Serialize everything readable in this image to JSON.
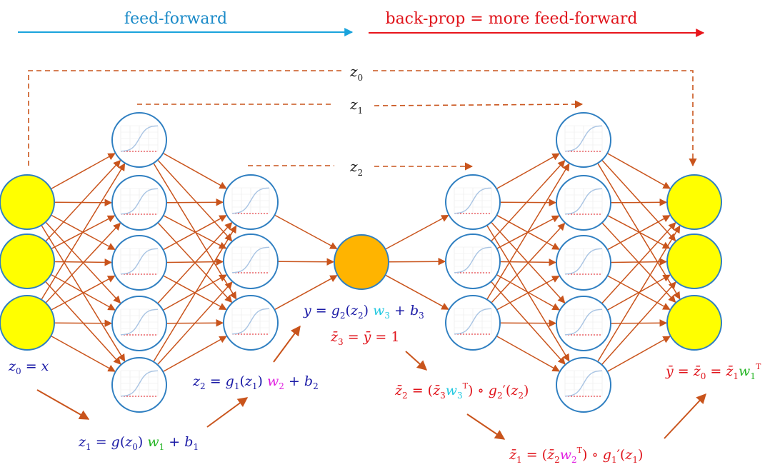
{
  "header": {
    "feed_forward": "feed-forward",
    "back_prop": "back-prop = more feed-forward"
  },
  "skip_labels": {
    "z0": {
      "base": "z",
      "sub": "0"
    },
    "z1": {
      "base": "z",
      "sub": "1"
    },
    "z2": {
      "base": "z",
      "sub": "2"
    }
  },
  "colors": {
    "feed_forward_arrow": "#1aa3dc",
    "back_prop_arrow": "#e8151b",
    "connection": "#c9541c",
    "skip_dashed": "#c9541c",
    "neuron_outline": "#2f7fc1",
    "io_fill": "#ffff00",
    "center_fill": "#ffb400",
    "blue_text": "#1a1aa6",
    "red_text": "#e0141b",
    "green_text": "#22b422",
    "magenta_text": "#e020e0",
    "cyan_text": "#20c8e0"
  },
  "equations": {
    "eq_z0": "z0 = x",
    "eq_z1": "z1 = g(z0) w1 + b1",
    "eq_z2": "z2 = g1(z1) w2 + b2",
    "eq_y": "y = g2(z2) w3 + b3",
    "eq_z3bar": "z̄3 = ȳ = 1",
    "eq_z2bar": "z̄2 = (z̄3 w3^T) ∘ g2′(z2)",
    "eq_z1bar": "z̄1 = (z̄2 w2^T) ∘ g1′(z1)",
    "eq_ybar": "ȳ = z̄0 = z̄1 w1^T"
  }
}
